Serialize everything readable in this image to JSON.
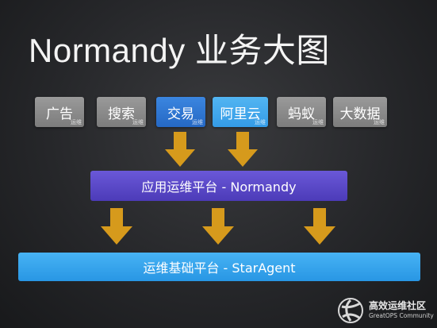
{
  "title": "Normandy 业务大图",
  "business_units": [
    {
      "label": "广告",
      "sub": "运维",
      "color": "#8a8a8a"
    },
    {
      "label": "搜索",
      "sub": "运维",
      "color": "#8a8a8a"
    },
    {
      "label": "交易",
      "sub": "运维",
      "color": "#2f78d6"
    },
    {
      "label": "阿里云",
      "sub": "运维",
      "color": "#45a9ee"
    },
    {
      "label": "蚂蚁",
      "sub": "运维",
      "color": "#8a8a8a"
    },
    {
      "label": "大数据",
      "sub": "运维",
      "color": "#8a8a8a"
    }
  ],
  "platform_layer": {
    "label": "应用运维平台 - Normandy",
    "color": "#5a48c8"
  },
  "base_layer": {
    "label": "运维基础平台 - StarAgent",
    "color": "#38a6ee"
  },
  "arrow_color": "#d69a1c",
  "watermark": {
    "name": "高效运维社区",
    "sub": "GreatOPS Community"
  }
}
